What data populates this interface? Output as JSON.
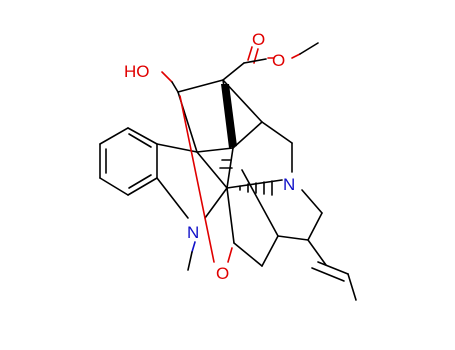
{
  "molecule": {
    "atoms": {
      "hydroxyl": "HO",
      "ester_carbonyl_o": "O",
      "ester_methoxy_o": "O",
      "amine_n": "N",
      "indoline_n": "N",
      "ether_o": "O"
    },
    "colors": {
      "bond": "#000000",
      "oxygen": "#e00000",
      "nitrogen": "#1010c8"
    }
  }
}
